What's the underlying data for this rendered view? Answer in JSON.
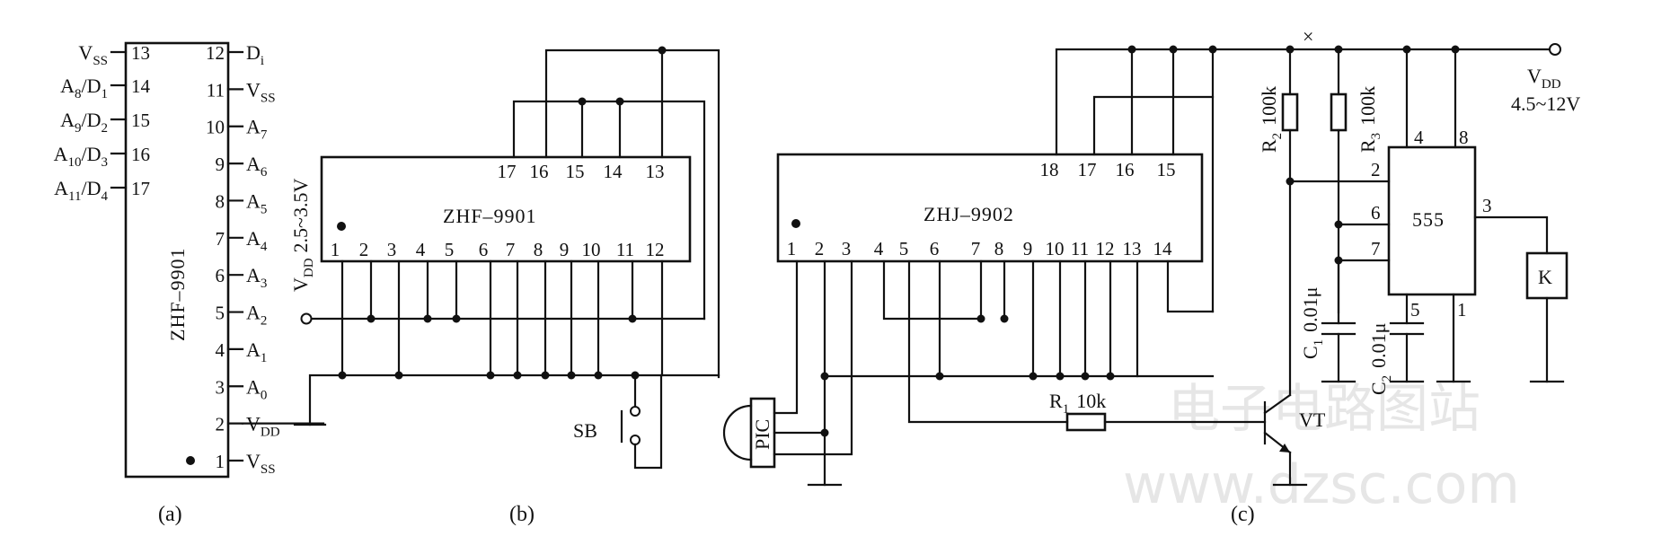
{
  "panel_a": {
    "caption": "(a)",
    "chip_name": "ZHF–9901",
    "left_pins": [
      {
        "num": "13",
        "sig": "V",
        "sub": "SS",
        "rest": ""
      },
      {
        "num": "14",
        "sig": "A",
        "sub": "8",
        "rest": "/D",
        "sub2": "1"
      },
      {
        "num": "15",
        "sig": "A",
        "sub": "9",
        "rest": "/D",
        "sub2": "2"
      },
      {
        "num": "16",
        "sig": "A",
        "sub": "10",
        "rest": "/D",
        "sub2": "3"
      },
      {
        "num": "17",
        "sig": "A",
        "sub": "11",
        "rest": "/D",
        "sub2": "4"
      }
    ],
    "right_pins": [
      {
        "num": "12",
        "sig": "D",
        "sub": "i"
      },
      {
        "num": "11",
        "sig": "V",
        "sub": "SS"
      },
      {
        "num": "10",
        "sig": "A",
        "sub": "7"
      },
      {
        "num": "9",
        "sig": "A",
        "sub": "6"
      },
      {
        "num": "8",
        "sig": "A",
        "sub": "5"
      },
      {
        "num": "7",
        "sig": "A",
        "sub": "4"
      },
      {
        "num": "6",
        "sig": "A",
        "sub": "3"
      },
      {
        "num": "5",
        "sig": "A",
        "sub": "2"
      },
      {
        "num": "4",
        "sig": "A",
        "sub": "1"
      },
      {
        "num": "3",
        "sig": "A",
        "sub": "0"
      },
      {
        "num": "2",
        "sig": "V",
        "sub": "DD"
      },
      {
        "num": "1",
        "sig": "V",
        "sub": "SS"
      }
    ]
  },
  "panel_b": {
    "caption": "(b)",
    "chip_name": "ZHF–9901",
    "top_pins": [
      "17",
      "16",
      "15",
      "14",
      "13"
    ],
    "bottom_pins": [
      "1",
      "2",
      "3",
      "4",
      "5",
      "6",
      "7",
      "8",
      "9",
      "10",
      "11",
      "12"
    ],
    "supply": {
      "main": "V",
      "sub": "DD",
      "range": "2.5~3.5V"
    },
    "switch_label": "SB"
  },
  "panel_c": {
    "caption": "(c)",
    "chip_name": "ZHJ–9902",
    "top_pins": [
      "18",
      "17",
      "16",
      "15"
    ],
    "bottom_pins": [
      "1",
      "2",
      "3",
      "4",
      "5",
      "6",
      "7",
      "8",
      "9",
      "10",
      "11",
      "12",
      "13",
      "14"
    ],
    "timer_name": "555",
    "timer_pins": {
      "p4": "4",
      "p8": "8",
      "p2": "2",
      "p6": "6",
      "p7": "7",
      "p3": "3",
      "p5": "5",
      "p1": "1"
    },
    "supply": {
      "main": "V",
      "sub": "DD",
      "range": "4.5~12V"
    },
    "r1": {
      "name": "R",
      "sub": "1",
      "value": "10k"
    },
    "r2": {
      "name": "R",
      "sub": "2",
      "value": "100k"
    },
    "r3": {
      "name": "R",
      "sub": "3",
      "value": "100k"
    },
    "c1": {
      "name": "C",
      "sub": "1",
      "value": "0.01μ"
    },
    "c2": {
      "name": "C",
      "sub": "2",
      "value": "0.01μ"
    },
    "transistor": "VT",
    "relay": "K",
    "sensor": "PIC",
    "cross_mark": "×"
  },
  "watermark": {
    "line1": "电子电路图站",
    "line2": "www.dzsc.com"
  }
}
